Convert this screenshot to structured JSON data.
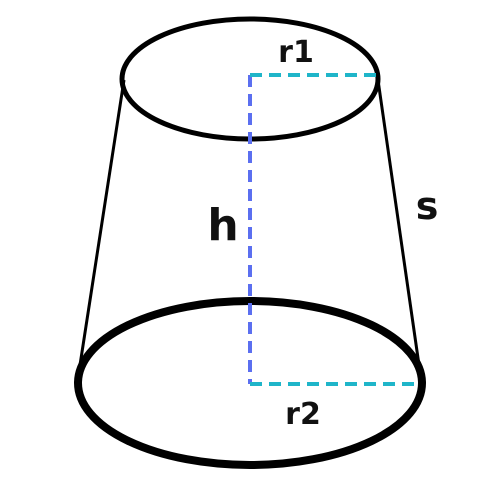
{
  "labels": {
    "r1": "r1",
    "h": "h",
    "s": "s",
    "r2": "r2"
  },
  "colors": {
    "outline": "#000000",
    "height_line": "#5b6ff0",
    "radius_line": "#1fb5c9",
    "label": "#111111"
  }
}
